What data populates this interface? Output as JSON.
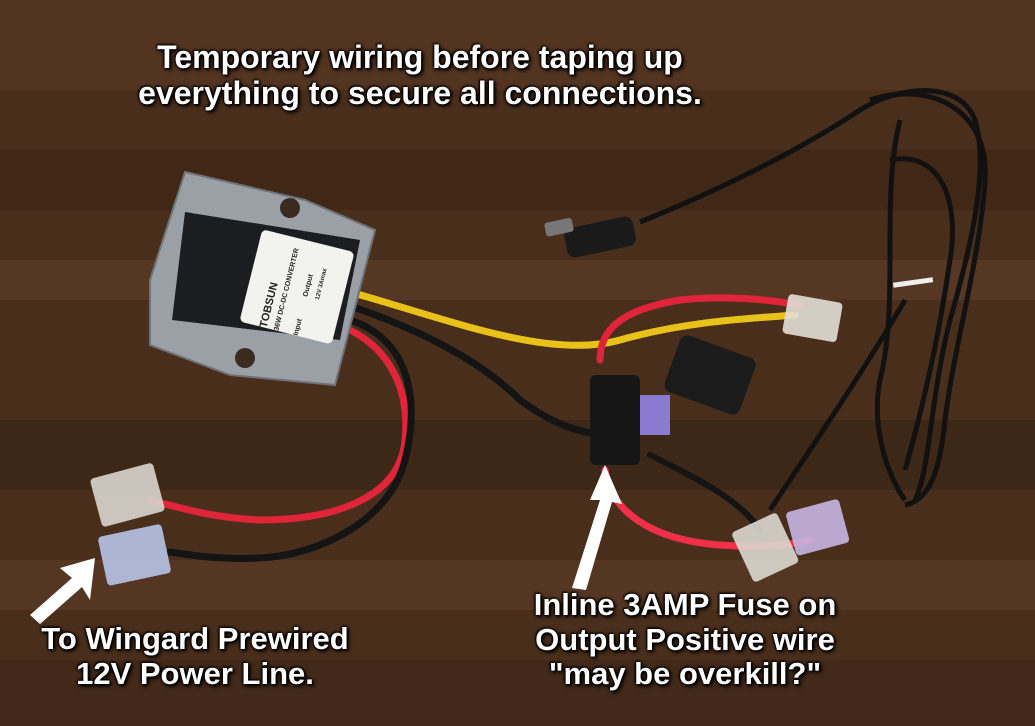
{
  "captions": {
    "top_line1": "Temporary wiring before taping up",
    "top_line2": "everything to secure all connections.",
    "left_line1": "To Wingard Prewired",
    "left_line2": "12V Power Line.",
    "fuse_line1": "Inline 3AMP Fuse on",
    "fuse_line2": "Output Positive wire",
    "fuse_line3": "\"may be overkill?\""
  },
  "converter_label": {
    "brand": "TOBSUN",
    "model": "36W DC-DC CONVERTER",
    "input": "Input",
    "output": "Output",
    "output_spec": "12V 3Amax"
  },
  "colors": {
    "wood": "#4a2e1c",
    "red_wire": "#e0243a",
    "yellow_wire": "#e8c21a",
    "black_wire": "#141414",
    "converter_body": "#9aa0a6"
  }
}
